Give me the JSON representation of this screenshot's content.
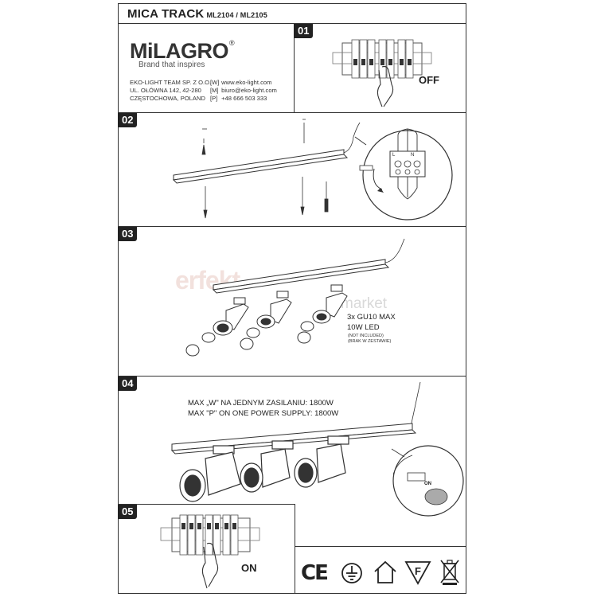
{
  "header": {
    "title": "MICA TRACK",
    "codes": "ML2104 / ML2105"
  },
  "brand": {
    "logo": "MiLAGRO",
    "reg": "®",
    "tagline": "Brand that inspires"
  },
  "company": {
    "line1": "EKO-LIGHT TEAM SP. Z O.O.",
    "line2": "UL. OŁÓWNA 142, 42-280",
    "line3": "CZĘSTOCHOWA, POLAND",
    "web_tag": "[W]",
    "web": "www.eko-light.com",
    "mail_tag": "[M]",
    "mail": "biuro@eko-light.com",
    "phone_tag": "[P]",
    "phone": "+48 666 503 333"
  },
  "steps": {
    "s01": "01",
    "s02": "02",
    "s03": "03",
    "s04": "04",
    "s05": "05"
  },
  "step01": {
    "state": "OFF"
  },
  "step02": {
    "term_l": "L",
    "term_n": "N"
  },
  "step03": {
    "bulb_count": "3x GU10 MAX",
    "bulb_power": "10W LED",
    "note1": "(NOT INCLUDED)",
    "note2": "(BRAK W ZESTAWIE)",
    "watermark": "erfekt",
    "watermark2": "market"
  },
  "step04": {
    "max_pl": "MAX „W\" NA JEDNYM ZASILANIU: 1800W",
    "max_en": "MAX \"P\" ON ONE POWER SUPPLY: 1800W",
    "detail_label": "ON"
  },
  "step05": {
    "state": "ON"
  },
  "symbols": [
    "ce-mark-icon",
    "earth-ground-icon",
    "indoor-house-icon",
    "f-mark-icon",
    "weee-bin-icon"
  ],
  "symbol_text": {
    "ce": "CE",
    "f": "F"
  }
}
